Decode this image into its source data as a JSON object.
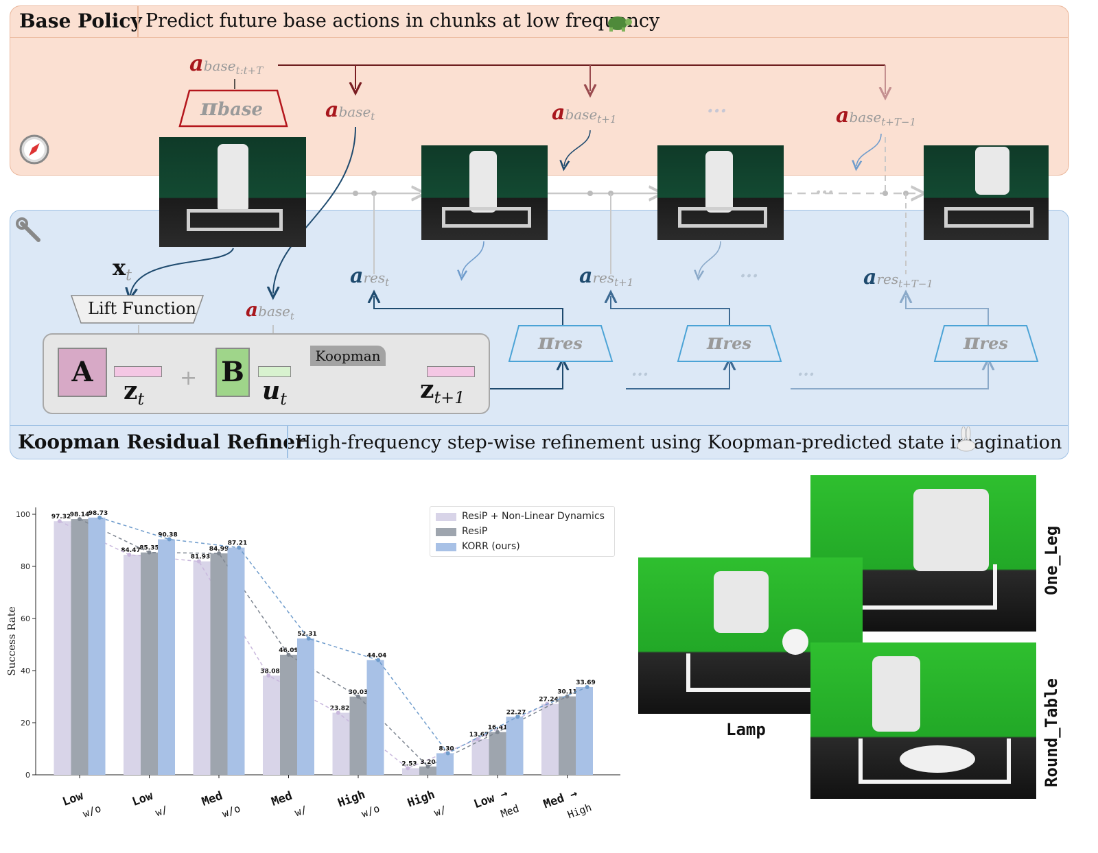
{
  "base_policy": {
    "title": "Base Policy",
    "description": "Predict future base actions in chunks at low frequency",
    "icon": "turtle-icon",
    "compass_icon": "compass-icon",
    "chunk_label": "a",
    "chunk_sub": "base",
    "chunk_range": "t:t+T",
    "policy_label": "π",
    "policy_sub": "base",
    "actions": [
      {
        "main": "a",
        "sub": "base",
        "idx": "t"
      },
      {
        "main": "a",
        "sub": "base",
        "idx": "t+1"
      },
      {
        "main": "a",
        "sub": "base",
        "idx": "t+T−1"
      }
    ],
    "ellipsis": "···"
  },
  "koopman": {
    "title": "Koopman Residual Refiner",
    "description": "High-frequency step-wise refinement using Koopman-predicted state imagination",
    "icon": "rabbit-icon",
    "wrench_icon": "wrench-icon",
    "state_label": "x",
    "state_idx": "t",
    "lift_function": "Lift Function",
    "base_action": {
      "main": "a",
      "sub": "base",
      "idx": "t"
    },
    "matrix_a": "A",
    "matrix_b": "B",
    "z_t": "z",
    "z_t_idx": "t",
    "u_t": "u",
    "u_t_idx": "t",
    "koopman_tag": "Koopman",
    "z_next": "z",
    "z_next_idx": "t+1",
    "residuals": [
      {
        "main": "a",
        "sub": "res",
        "idx": "t"
      },
      {
        "main": "a",
        "sub": "res",
        "idx": "t+1"
      },
      {
        "main": "a",
        "sub": "res",
        "idx": "t+T−1"
      }
    ],
    "policy_label": "π",
    "policy_sub": "res",
    "ellipsis": "···"
  },
  "chart_data": {
    "type": "bar",
    "ylabel": "Success Rate",
    "ylim": [
      0,
      100
    ],
    "yticks": [
      0,
      20,
      40,
      60,
      80,
      100
    ],
    "categories": [
      [
        "Low",
        "w/o"
      ],
      [
        "Low",
        "w/"
      ],
      [
        "Med",
        "w/o"
      ],
      [
        "Med",
        "w/"
      ],
      [
        "High",
        "w/o"
      ],
      [
        "High",
        "w/"
      ],
      [
        "Low →",
        "Med"
      ],
      [
        "Med →",
        "High"
      ]
    ],
    "series": [
      {
        "name": "ResiP + Non-Linear Dynamics",
        "color": "#d8d4e8",
        "line": "#c9b8dd",
        "values": [
          97.32,
          84.47,
          81.93,
          38.08,
          23.82,
          2.53,
          13.67,
          27.24
        ]
      },
      {
        "name": "ResiP",
        "color": "#9ea5ae",
        "line": "#7d8590",
        "values": [
          98.14,
          85.35,
          84.99,
          46.09,
          30.03,
          3.2,
          16.41,
          30.11
        ]
      },
      {
        "name": "KORR (ours)",
        "color": "#a8c1e6",
        "line": "#6f9ccc",
        "values": [
          98.73,
          90.38,
          87.21,
          52.31,
          44.04,
          8.3,
          22.27,
          33.69
        ]
      }
    ],
    "legend_position": "top-right"
  },
  "photos": {
    "lamp": "Lamp",
    "one_leg": "One_Leg",
    "round_table": "Round_Table"
  }
}
